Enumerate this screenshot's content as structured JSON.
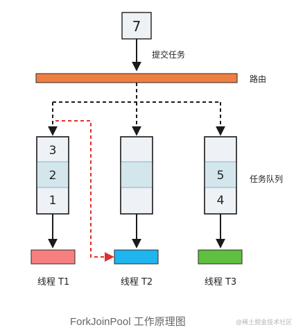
{
  "diagram": {
    "submitted_task": "7",
    "submit_label": "提交任务",
    "router_label": "路由",
    "queue_label": "任务队列",
    "queues": [
      {
        "slots": [
          "3",
          "2",
          "1"
        ]
      },
      {
        "slots": [
          "",
          "",
          ""
        ]
      },
      {
        "slots": [
          "",
          "5",
          "4"
        ]
      }
    ],
    "threads": [
      {
        "label": "线程 T1",
        "color": "#f77f7f"
      },
      {
        "label": "线程 T2",
        "color": "#1fb5ee"
      },
      {
        "label": "线程 T3",
        "color": "#5fbf3e"
      }
    ],
    "colors": {
      "router": "#ef7e43",
      "queue_highlight": "#d3e6ec",
      "box_fill": "#eef1f5",
      "steal_arrow": "#e0302a"
    }
  },
  "caption": "ForkJoinPool 工作原理图",
  "watermark": "@稀土掘金技术社区"
}
